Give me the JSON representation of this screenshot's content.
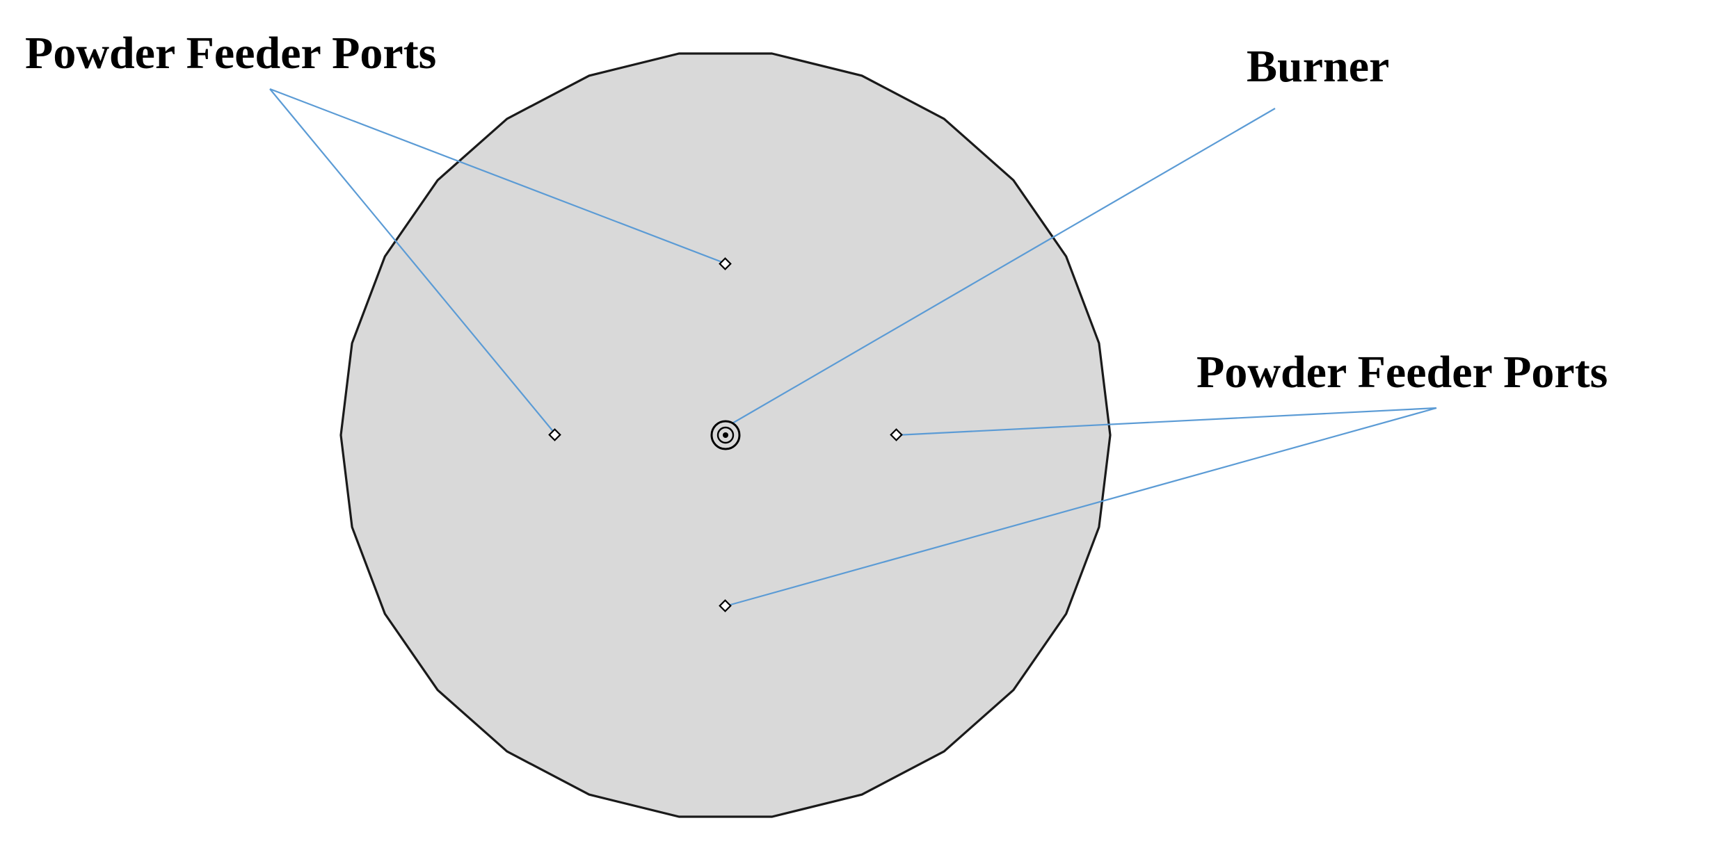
{
  "labels": {
    "top_left": "Powder Feeder Ports",
    "top_right": "Burner",
    "right": "Powder Feeder Ports"
  },
  "colors": {
    "disc_fill": "#d9d9d9",
    "disc_outline": "#1a1a1a",
    "leader_line": "#5b9bd5"
  }
}
